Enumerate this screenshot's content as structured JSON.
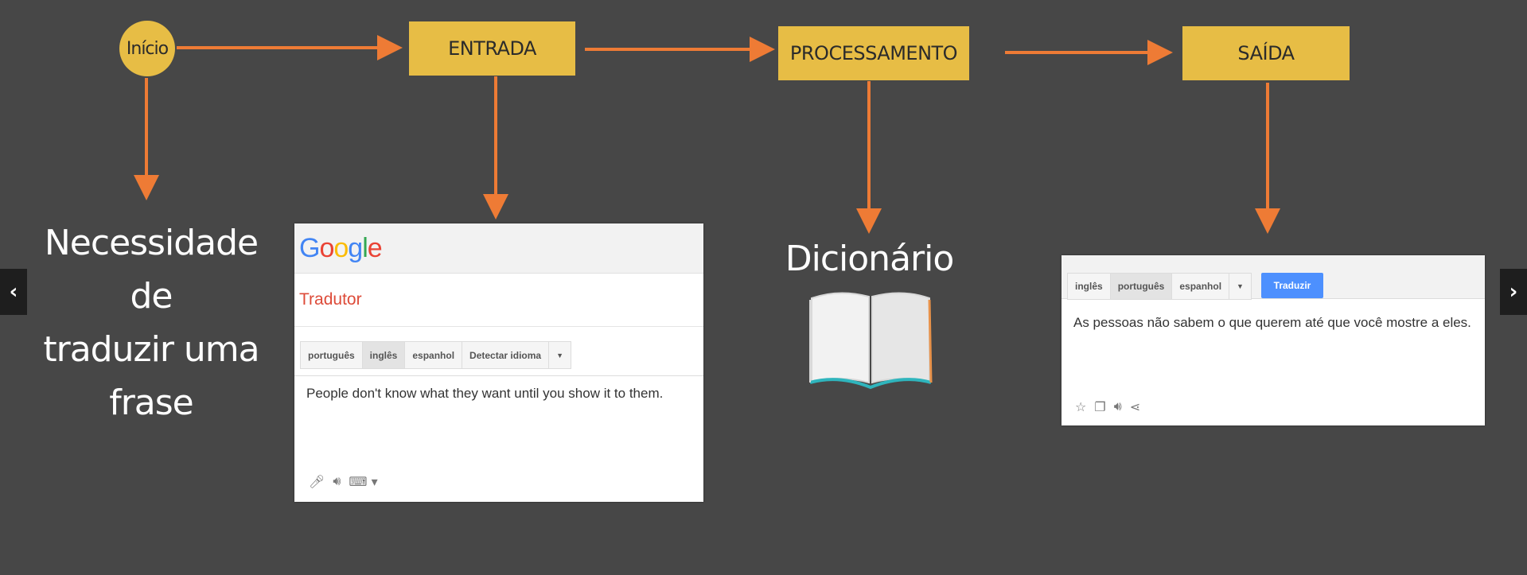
{
  "flow": {
    "start_label": "Início",
    "steps": [
      "ENTRADA",
      "PROCESSAMENTO",
      "SAÍDA"
    ]
  },
  "need_text": [
    "Necessidade de",
    "traduzir uma",
    "frase"
  ],
  "input_panel": {
    "logo": {
      "letters": [
        "G",
        "o",
        "o",
        "g",
        "l",
        "e"
      ],
      "colors": [
        "#4285f4",
        "#ea4335",
        "#fbbc05",
        "#4285f4",
        "#34a853",
        "#ea4335"
      ]
    },
    "title": "Tradutor",
    "tabs": [
      "português",
      "inglês",
      "espanhol",
      "Detectar idioma"
    ],
    "selected_tab": "inglês",
    "text": "People don't know what they want until you show it to them."
  },
  "dictionary": {
    "label": "Dicionário"
  },
  "output_panel": {
    "tabs": [
      "inglês",
      "português",
      "espanhol"
    ],
    "selected_tab": "português",
    "translate_button": "Traduzir",
    "text": "As pessoas não sabem o que querem até que você mostre a eles."
  },
  "colors": {
    "background": "#474747",
    "box": "#e7bd45",
    "arrow": "#ee7b35",
    "translate_button": "#4d90fe"
  },
  "icons": [
    "microphone-icon",
    "speaker-icon",
    "keyboard-icon",
    "star-icon",
    "copy-icon",
    "share-icon",
    "chevron-left-icon",
    "chevron-right-icon",
    "open-book-icon"
  ]
}
